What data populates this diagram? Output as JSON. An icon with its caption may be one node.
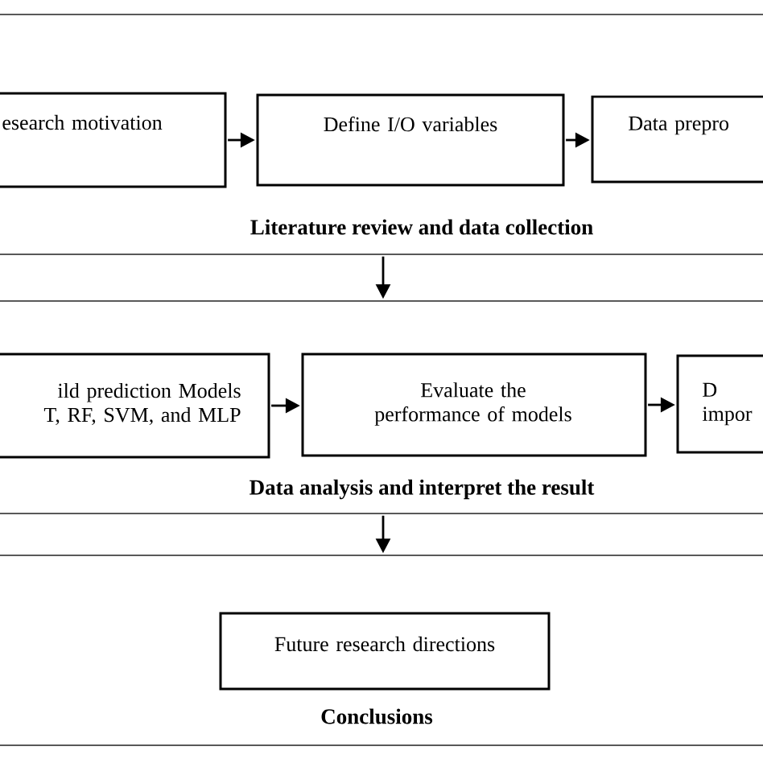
{
  "diagram": {
    "nodes": [
      {
        "text": [
          "Literature review and data collection"
        ]
      },
      {
        "text": [
          "esearch motivation"
        ],
        "in": 0
      },
      {
        "text": [
          "Define I/O variables"
        ],
        "in": 0
      },
      {
        "text": [
          "Data prepro"
        ],
        "in": 0
      },
      {
        "text": [
          "Data analysis and interpret the result"
        ]
      },
      {
        "text": [
          "ild prediction Models T, RF, SVM, and MLP"
        ],
        "in": 4
      },
      {
        "text": [
          "Evaluate the performance of models"
        ],
        "in": 4
      },
      {
        "text": [
          "D impor"
        ],
        "in": 4
      },
      {
        "text": [
          "Conclusions"
        ]
      },
      {
        "text": [
          "Future research directions"
        ],
        "in": 8
      }
    ],
    "edges": [
      {
        "from": 1,
        "to": 2,
        "arrow": "to"
      },
      {
        "from": 2,
        "to": 3,
        "arrow": "to"
      },
      {
        "from": 0,
        "to": 4,
        "arrow": "to"
      },
      {
        "from": 5,
        "to": 6,
        "arrow": "to"
      },
      {
        "from": 6,
        "to": 7,
        "arrow": "to"
      },
      {
        "from": 4,
        "to": 8,
        "arrow": "to"
      }
    ]
  }
}
